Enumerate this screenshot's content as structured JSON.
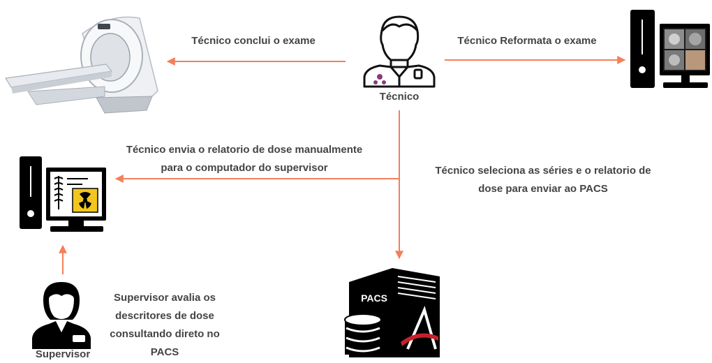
{
  "colors": {
    "arrow": "#f47f5a",
    "icon_dark": "#000000",
    "text": "#444444",
    "radiation_yellow": "#f2c61f",
    "radiation_magenta": "#8a3a7c",
    "pacs_red": "#c8202a"
  },
  "nodes": {
    "tecnico": {
      "label": "Técnico",
      "icon": "technician-icon"
    },
    "supervisor": {
      "label": "Supervisor",
      "icon": "supervisor-icon"
    },
    "ct_scanner": {
      "icon": "ct-scanner-icon"
    },
    "workstation_reformat": {
      "icon": "workstation-images-icon"
    },
    "supervisor_computer": {
      "icon": "computer-dose-report-icon"
    },
    "pacs_server": {
      "icon": "pacs-server-icon",
      "badge": "PACS"
    }
  },
  "edges": {
    "conclui": {
      "label": "Técnico conclui o exame"
    },
    "reformata": {
      "label": "Técnico Reformata o exame"
    },
    "envia": {
      "lines": [
        "Técnico envia o relatorio de dose manualmente",
        "para o computador do supervisor"
      ]
    },
    "seleciona": {
      "lines": [
        "Técnico seleciona as séries e o relatorio de",
        "dose para enviar ao PACS"
      ]
    },
    "avalia": {
      "lines": [
        "Supervisor avalia os",
        "descritores de dose",
        "consultando direto no",
        "PACS"
      ]
    }
  }
}
